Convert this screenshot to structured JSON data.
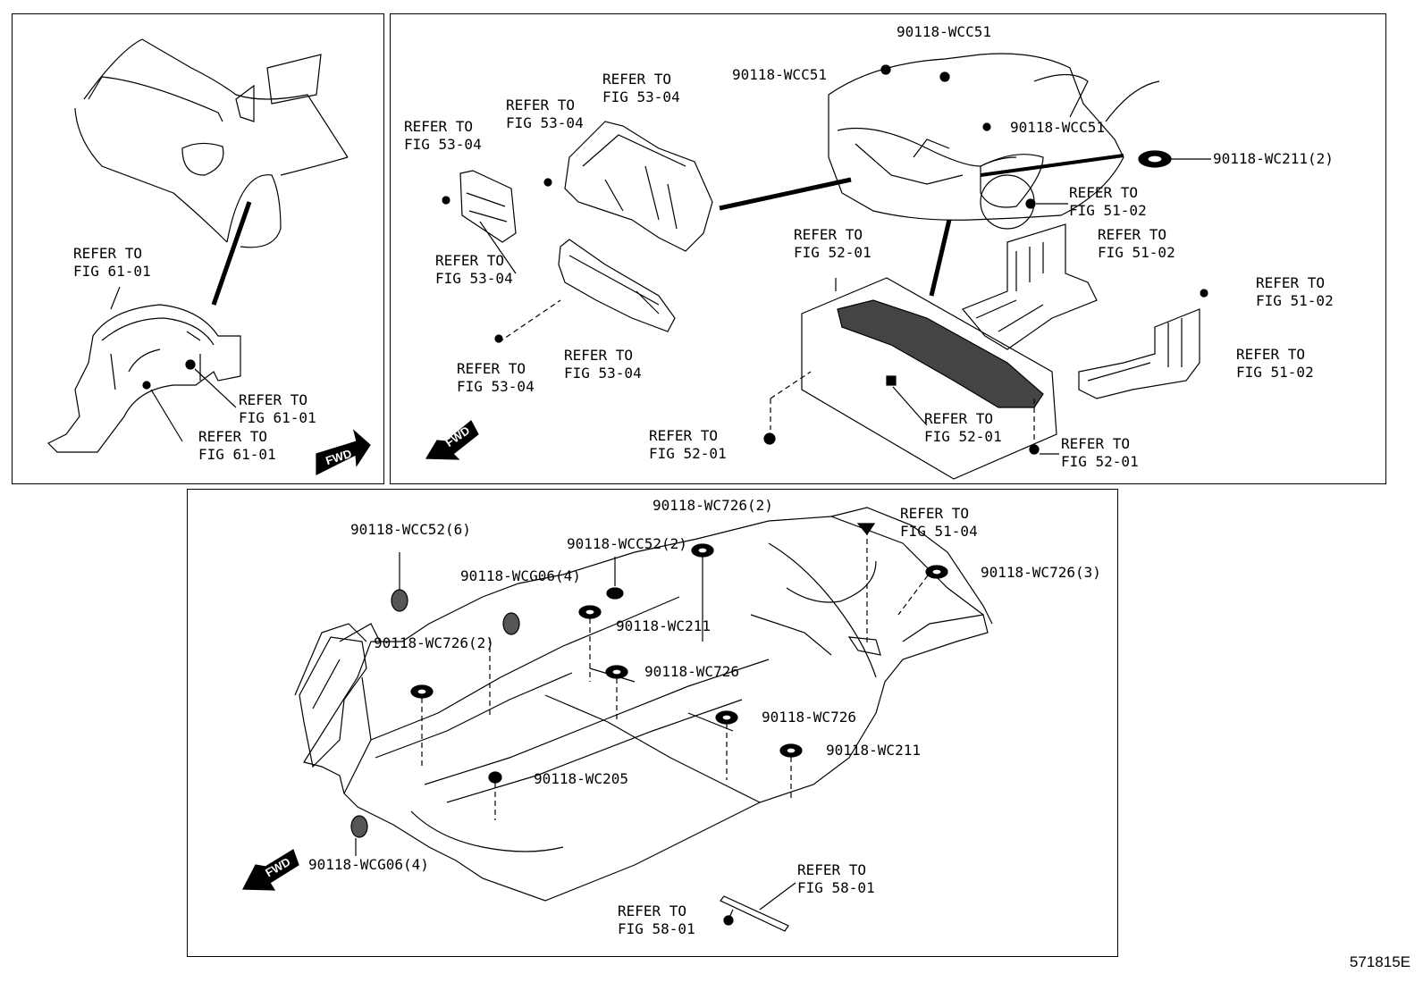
{
  "panel_left": {
    "labels": [
      "REFER TO\nFIG 61-01",
      "REFER TO\nFIG 61-01",
      "REFER TO\nFIG 61-01"
    ],
    "fwd": "FWD"
  },
  "panel_right": {
    "labels": {
      "l1": "REFER TO\nFIG 53-04",
      "l2": "REFER TO\nFIG 53-04",
      "l3": "REFER TO\nFIG 53-04",
      "l4": "REFER TO\nFIG 53-04",
      "l5": "REFER TO\nFIG 53-04",
      "l6": "REFER TO\nFIG 53-04",
      "l7": "90118-WCC51",
      "l8": "90118-WCC51",
      "l9": "90118-WCC51",
      "l10": "90118-WC211(2)",
      "l11": "REFER TO\nFIG 51-02",
      "l12": "REFER TO\nFIG 51-02",
      "l13": "REFER TO\nFIG 51-02",
      "l14": "REFER TO\nFIG 51-02",
      "l15": "REFER TO\nFIG 52-01",
      "l16": "REFER TO\nFIG 52-01",
      "l17": "REFER TO\nFIG 52-01",
      "l18": "REFER TO\nFIG 52-01"
    },
    "fwd": "FWD"
  },
  "panel_bottom": {
    "labels": {
      "b1": "90118-WCC52(6)",
      "b2": "90118-WC726(2)",
      "b3": "90118-WCC52(2)",
      "b4": "90118-WCG06(4)",
      "b5": "REFER TO\nFIG 51-04",
      "b6": "90118-WC726(3)",
      "b7": "90118-WC211",
      "b8": "90118-WC726(2)",
      "b9": "90118-WC726",
      "b10": "90118-WC726",
      "b11": "90118-WC211",
      "b12": "90118-WC205",
      "b13": "90118-WCG06(4)",
      "b14": "REFER TO\nFIG 58-01",
      "b15": "REFER TO\nFIG 58-01"
    },
    "fwd": "FWD"
  },
  "drawing_code": "571815E"
}
